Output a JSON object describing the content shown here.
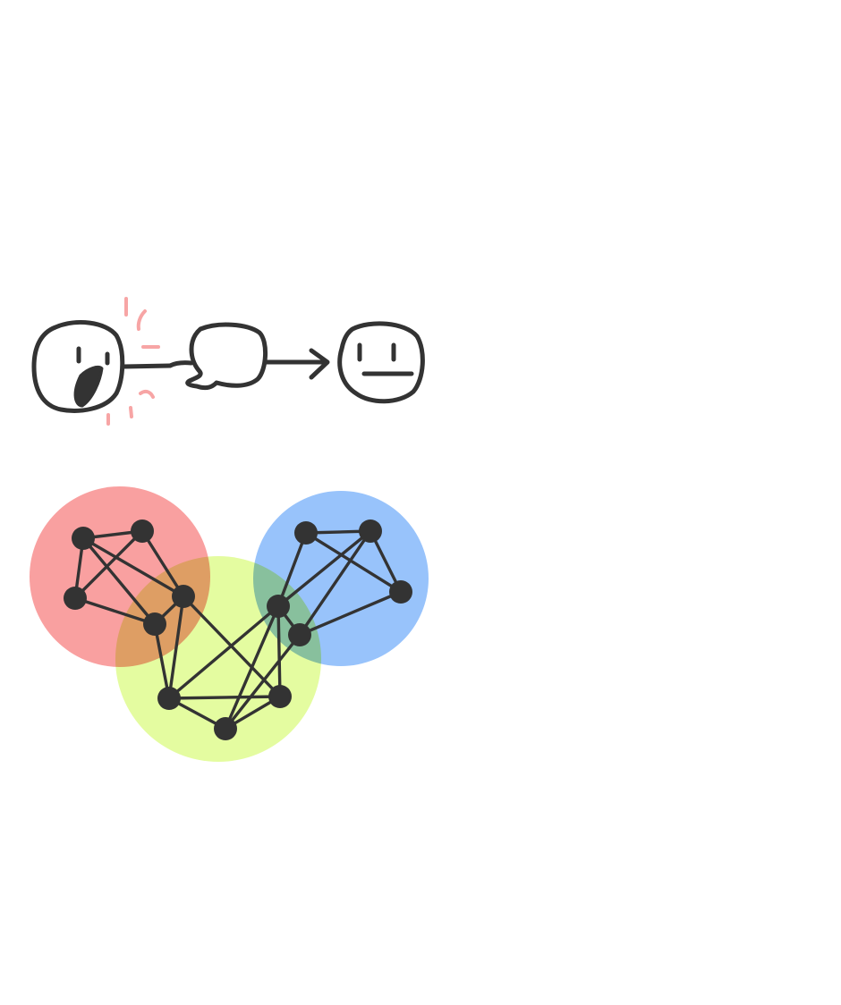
{
  "colors": {
    "stroke": "#333333",
    "shout_face": "#f9a0a0",
    "shout_marks": "#f7a5a5",
    "bubble": "#f9a0a0",
    "listener_face": "#cccccc",
    "cluster_red": "#f9a0a0",
    "cluster_green": "#e4fca0",
    "cluster_blue": "#98c3fb"
  },
  "icons": [
    "shouting-face-icon",
    "speech-bubble-icon",
    "arrow-right-icon",
    "neutral-face-icon"
  ],
  "clusters": [
    {
      "name": "red",
      "color_key": "cluster_red",
      "nodes": [
        "r1",
        "r2",
        "r3",
        "r4",
        "r5"
      ]
    },
    {
      "name": "green",
      "color_key": "cluster_green",
      "nodes": [
        "r4",
        "r5",
        "g1",
        "g2",
        "g3",
        "b4",
        "b5"
      ]
    },
    {
      "name": "blue",
      "color_key": "cluster_blue",
      "nodes": [
        "b1",
        "b2",
        "b3",
        "b4",
        "b5"
      ]
    }
  ],
  "edges": [
    [
      "r1",
      "r2"
    ],
    [
      "r1",
      "r3"
    ],
    [
      "r1",
      "r4"
    ],
    [
      "r1",
      "r5"
    ],
    [
      "r2",
      "r3"
    ],
    [
      "r2",
      "r4"
    ],
    [
      "r3",
      "r5"
    ],
    [
      "r4",
      "r5"
    ],
    [
      "r4",
      "g1"
    ],
    [
      "r4",
      "g2"
    ],
    [
      "r5",
      "g1"
    ],
    [
      "g1",
      "g2"
    ],
    [
      "g1",
      "g3"
    ],
    [
      "g1",
      "b4"
    ],
    [
      "g2",
      "g3"
    ],
    [
      "g2",
      "b4"
    ],
    [
      "g3",
      "b5"
    ],
    [
      "g3",
      "b4"
    ],
    [
      "b4",
      "b5"
    ],
    [
      "b4",
      "b1"
    ],
    [
      "b4",
      "b2"
    ],
    [
      "b1",
      "b2"
    ],
    [
      "b1",
      "b3"
    ],
    [
      "b2",
      "b3"
    ],
    [
      "b2",
      "b5"
    ],
    [
      "b3",
      "b5"
    ]
  ]
}
